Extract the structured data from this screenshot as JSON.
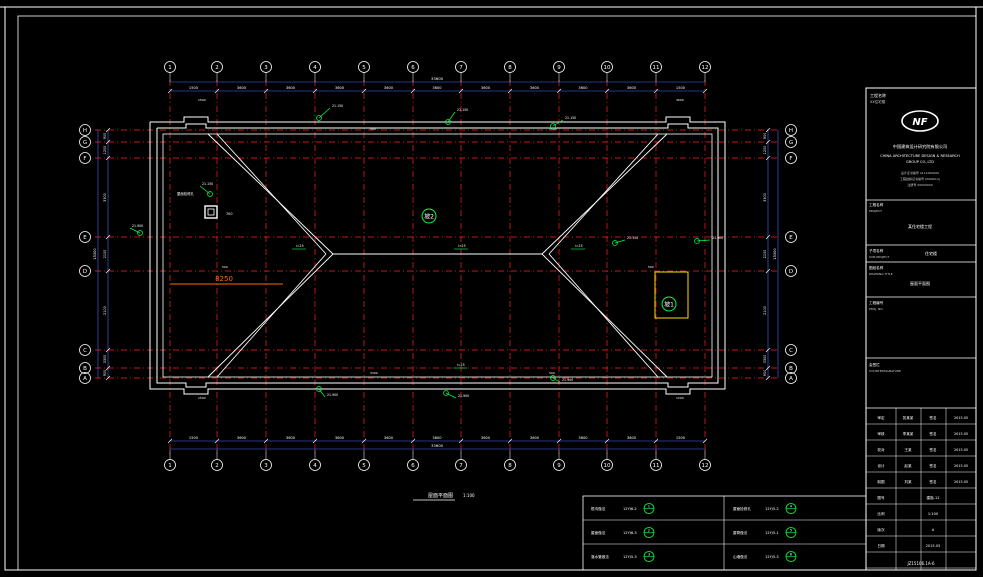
{
  "grid": {
    "columns": [
      "1",
      "2",
      "3",
      "4",
      "5",
      "6",
      "7",
      "8",
      "9",
      "10",
      "11",
      "12"
    ],
    "rows": [
      "H",
      "G",
      "F",
      "E",
      "D",
      "C",
      "B",
      "A"
    ],
    "top_spacings": [
      "1500",
      "3600",
      "3600",
      "3600",
      "3600",
      "3600",
      "3600",
      "3600",
      "3600",
      "3600",
      "1500"
    ],
    "top_overall": "33600",
    "bottom_spacings": [
      "1500",
      "3600",
      "3600",
      "3600",
      "3600",
      "3600",
      "3600",
      "3600",
      "3600",
      "3600",
      "1500"
    ],
    "bottom_overall": "33600",
    "left_spacings": [
      "900",
      "1200",
      "3300",
      "2100",
      "2100",
      "3300",
      "900",
      "900"
    ],
    "left_overall": "15300",
    "right_spacings": [
      "900",
      "1200",
      "3300",
      "2100",
      "2100",
      "3300",
      "900",
      "900"
    ],
    "right_overall": "15300"
  },
  "annotations": {
    "ridge_tag": "坡2",
    "hip_tag": "坡1",
    "big_dim": "8250",
    "elevations": [
      "21.150",
      "21.150",
      "21.150",
      "21.150",
      "21.150",
      "21.900",
      "21.900",
      "21.900",
      "21.900",
      "21.900"
    ],
    "slopes": [
      "i=25",
      "i=25",
      "i=25",
      "i=25"
    ],
    "dims": [
      "1500",
      "3600",
      "1500",
      "1200",
      "500",
      "1500",
      "3300",
      "500",
      "500",
      "500"
    ],
    "hatch_label": "屋面检修孔",
    "hatch_dim": "700",
    "roof_label": "屋面平面图",
    "roof_scale": "1:100"
  },
  "title_block": {
    "top_label": "工程名称",
    "top_value": "XX住宅楼",
    "logo_text": "NF",
    "company_cn": "中国建筑设计研究院有限公司",
    "company_en": "CHINA ARCHITECTURE DESIGN & RESEARCH",
    "company_en2": "GROUP CO.,LTD",
    "certificate_lines": [
      "设计证书编号 A111000000",
      "工程勘察证书编号 000000-kj",
      "注册号 00000000"
    ],
    "project_label": "工程名称",
    "project_sub": "PROJECT",
    "project_value": "某住宅楼工程",
    "sub_label": "子项名称",
    "sub_sub": "SUB-PROJECT",
    "sub_value": "住宅楼",
    "drawing_label": "图纸名称",
    "drawing_sub": "DRAWING TITLE",
    "drawing_value": "屋面平面图",
    "owner_label": "工程编号",
    "owner_sub": "PROJ. NO.",
    "approve_label": "会签栏",
    "approve_sub": "COUNTERSIGNATURE",
    "signature_rows": [
      {
        "role": "审定",
        "name": "张某某",
        "sign": "签名",
        "date": "2015.05"
      },
      {
        "role": "审核",
        "name": "李某某",
        "sign": "签名",
        "date": "2015.05"
      },
      {
        "role": "校对",
        "name": "王某",
        "sign": "签名",
        "date": "2015.05"
      },
      {
        "role": "设计",
        "name": "赵某",
        "sign": "签名",
        "date": "2015.05"
      },
      {
        "role": "制图",
        "name": "刘某",
        "sign": "签名",
        "date": "2015.05"
      }
    ],
    "info_rows": [
      {
        "k": "图号",
        "v": "建施-12"
      },
      {
        "k": "比例",
        "v": "1:100"
      },
      {
        "k": "版次",
        "v": "A"
      },
      {
        "k": "日期",
        "v": "2015.05"
      }
    ],
    "bottom_code": "JZ15106.1A-6"
  },
  "legend": {
    "left_items": [
      {
        "label": "檐沟做法",
        "ref": "12YJ6-2",
        "num": "1"
      },
      {
        "label": "屋面做法",
        "ref": "12YJ6-3",
        "num": "2"
      },
      {
        "label": "落水管做法",
        "ref": "12YJ5-3",
        "num": "3"
      }
    ],
    "right_items": [
      {
        "label": "屋面检修孔",
        "ref": "12YJ5-2",
        "num": "4"
      },
      {
        "label": "屋脊做法",
        "ref": "12YJ5-1",
        "num": "5"
      },
      {
        "label": "山墙做法",
        "ref": "12YJ5-3",
        "num": "6"
      }
    ]
  }
}
